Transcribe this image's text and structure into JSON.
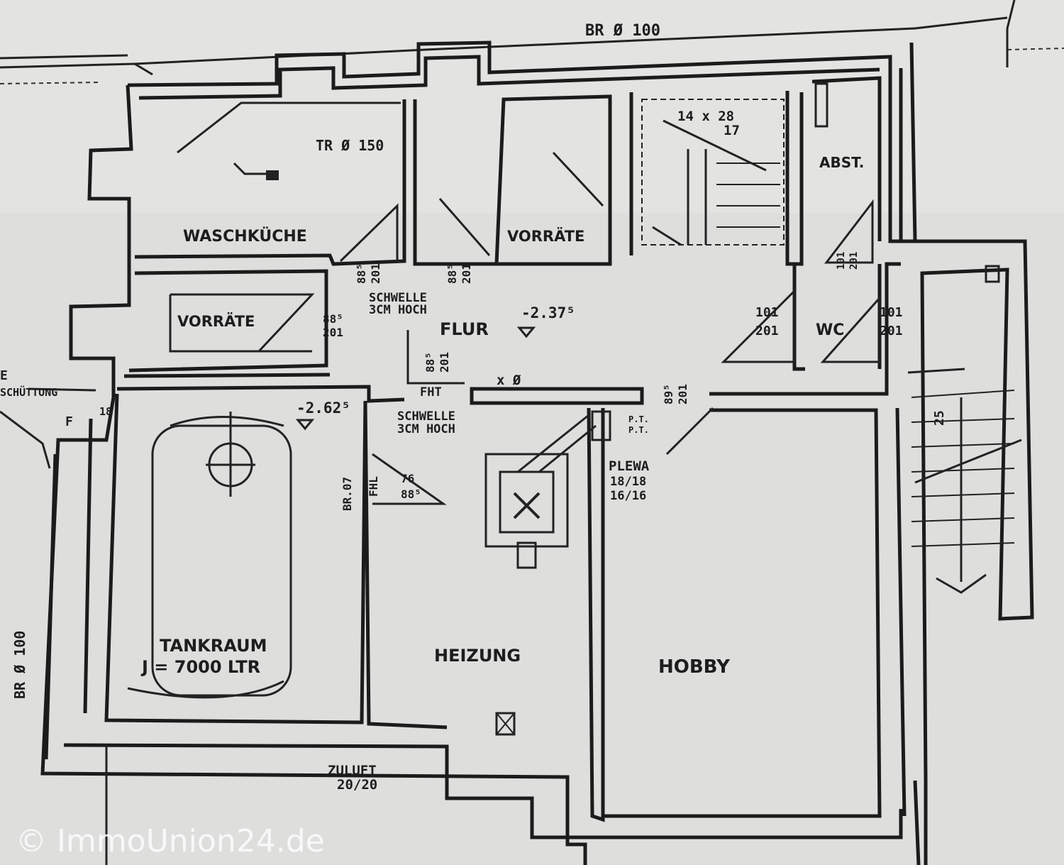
{
  "rooms": {
    "waschkueche": "WASCHKÜCHE",
    "vorraete_top": "VORRÄTE",
    "vorraete_left": "VORRÄTE",
    "abst": "ABST.",
    "flur": "FLUR",
    "wc": "WC",
    "tankraum": "TANKRAUM",
    "tank_volume": "J = 7000 LTR",
    "heizung": "HEIZUNG",
    "hobby": "HOBBY"
  },
  "annotations": {
    "br_top": "BR Ø 100",
    "tr": "TR Ø 150",
    "stairs_top": "14 x 28",
    "stairs_bottom": "17",
    "schwelle1_a": "SCHWELLE",
    "schwelle1_b": "3CM HOCH",
    "schwelle2_a": "SCHWELLE",
    "schwelle2_b": "3CM HOCH",
    "flur_level": "-2.37⁵",
    "tank_level": "-2.62⁵",
    "door_885_a": "88⁵",
    "door_885_b": "201",
    "door_885_c": "88⁵",
    "door_885_d": "201",
    "door_885_e": "88⁵",
    "door_885_f": "201",
    "door_101_a": "101",
    "door_101_b": "201",
    "door_101_c": "101",
    "door_101_d": "201",
    "door_885_g": "88⁵",
    "door_885_h": "201",
    "door_895_a": "89⁵",
    "door_895_b": "201",
    "fht": "FHT",
    "x_phi": "x Ø",
    "plewa": "PLEWA",
    "plewa_a": "18/18",
    "plewa_b": "16/16",
    "pt1": "P.T.",
    "pt2": "P.T.",
    "br_07": "BR.07",
    "fhl": "FHL",
    "door_76_a": "76",
    "door_76_b": "88⁵",
    "zuluft": "ZULUFT",
    "zuluft_size": "20/20",
    "br_left": "BR Ø 100",
    "schuettung": "SCHÜTTUNG",
    "door_101_small_a": "101",
    "door_101_small_b": "201",
    "stair2": "25",
    "f_label": "F",
    "e_label": "E",
    "s18": "18"
  },
  "watermark": "© ImmoUnion24.de"
}
